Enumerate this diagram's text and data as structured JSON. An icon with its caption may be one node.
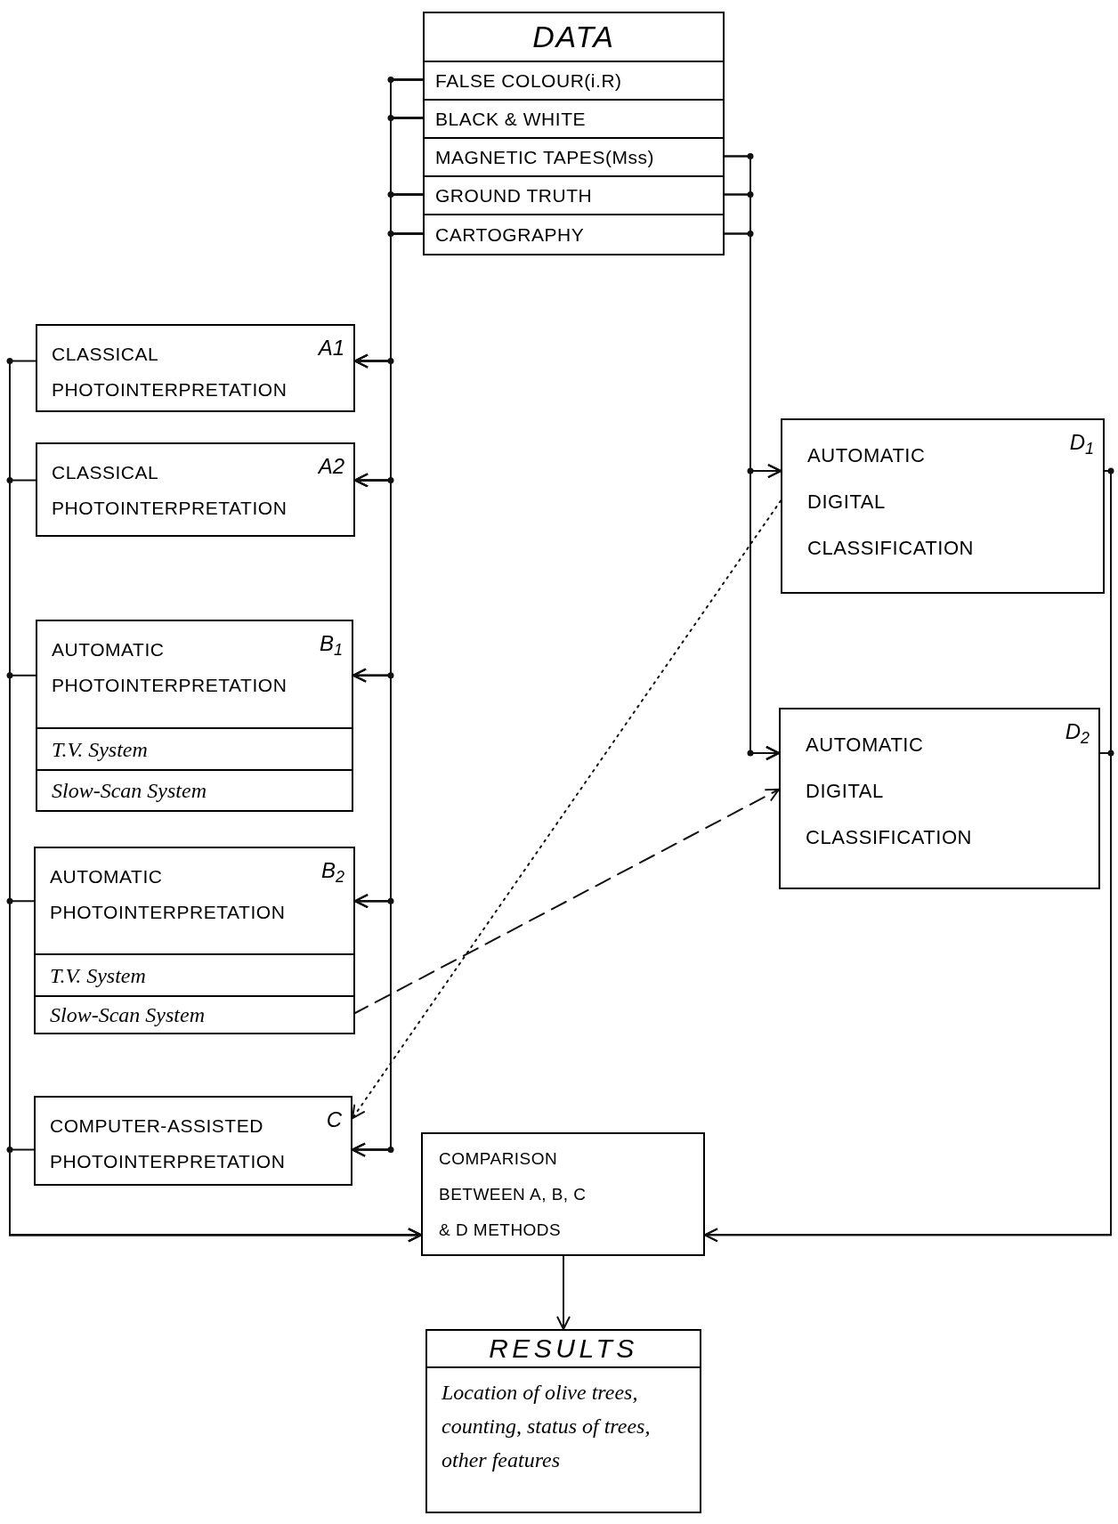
{
  "diagram": {
    "nodes": [
      {
        "text": [
          "DATA"
        ]
      },
      {
        "text": [
          "FALSE COLOUR(i.R)"
        ],
        "in": 0
      },
      {
        "text": [
          "BLACK & WHITE"
        ],
        "in": 0
      },
      {
        "text": [
          "MAGNETIC TAPES(Mss)"
        ],
        "in": 0
      },
      {
        "text": [
          "GROUND TRUTH"
        ],
        "in": 0
      },
      {
        "text": [
          "CARTOGRAPHY"
        ],
        "in": 0
      },
      {
        "text": [
          "CLASSICAL PHOTOINTERPRETATION",
          "A1"
        ]
      },
      {
        "text": [
          "CLASSICAL PHOTOINTERPRETATION",
          "A2"
        ]
      },
      {
        "text": [
          "AUTOMATIC PHOTOINTERPRETATION",
          "B$_{1}$"
        ]
      },
      {
        "text": [
          "T.V. System"
        ],
        "in": 8
      },
      {
        "text": [
          "Slow-Scan System"
        ],
        "in": 8
      },
      {
        "text": [
          "AUTOMATIC PHOTOINTERPRETATION",
          "B$_{2}$"
        ]
      },
      {
        "text": [
          "T.V. System"
        ],
        "in": 11
      },
      {
        "text": [
          "Slow-Scan System"
        ],
        "in": 11
      },
      {
        "text": [
          "COMPUTER-ASSISTED PHOTOINTERPRETATION",
          "C"
        ]
      },
      {
        "text": [
          "AUTOMATIC DIGITAL CLASSIFICATION",
          "D$_{1}$"
        ]
      },
      {
        "text": [
          "AUTOMATIC DIGITAL CLASSIFICATION",
          "D$_{2}$"
        ]
      },
      {
        "text": [
          "COMPARISON BETWEEN A, B, C & D METHODS"
        ]
      },
      {
        "text": [
          "RESULTS",
          "Location of olive trees, counting, status of trees, other features"
        ]
      }
    ],
    "edges": [
      {
        "from": 1,
        "to": 6,
        "arrow": "to"
      },
      {
        "from": 1,
        "to": 7,
        "arrow": "to"
      },
      {
        "from": 1,
        "to": 8,
        "arrow": "to"
      },
      {
        "from": 1,
        "to": 11,
        "arrow": "to"
      },
      {
        "from": 1,
        "to": 14,
        "arrow": "to"
      },
      {
        "from": 2,
        "to": 6,
        "arrow": "to"
      },
      {
        "from": 2,
        "to": 7,
        "arrow": "to"
      },
      {
        "from": 2,
        "to": 8,
        "arrow": "to"
      },
      {
        "from": 2,
        "to": 11,
        "arrow": "to"
      },
      {
        "from": 2,
        "to": 14,
        "arrow": "to"
      },
      {
        "from": 4,
        "to": 6,
        "arrow": "to"
      },
      {
        "from": 4,
        "to": 7,
        "arrow": "to"
      },
      {
        "from": 4,
        "to": 8,
        "arrow": "to"
      },
      {
        "from": 4,
        "to": 11,
        "arrow": "to"
      },
      {
        "from": 4,
        "to": 14,
        "arrow": "to"
      },
      {
        "from": 5,
        "to": 6,
        "arrow": "to"
      },
      {
        "from": 5,
        "to": 7,
        "arrow": "to"
      },
      {
        "from": 5,
        "to": 8,
        "arrow": "to"
      },
      {
        "from": 5,
        "to": 11,
        "arrow": "to"
      },
      {
        "from": 5,
        "to": 14,
        "arrow": "to"
      },
      {
        "from": 3,
        "to": 15,
        "arrow": "to"
      },
      {
        "from": 3,
        "to": 16,
        "arrow": "to"
      },
      {
        "from": 4,
        "to": 15,
        "arrow": "to"
      },
      {
        "from": 4,
        "to": 16,
        "arrow": "to"
      },
      {
        "from": 5,
        "to": 15,
        "arrow": "to"
      },
      {
        "from": 5,
        "to": 16,
        "arrow": "to"
      },
      {
        "from": 6,
        "to": 17,
        "arrow": "to"
      },
      {
        "from": 7,
        "to": 17,
        "arrow": "to"
      },
      {
        "from": 8,
        "to": 17,
        "arrow": "to"
      },
      {
        "from": 11,
        "to": 17,
        "arrow": "to"
      },
      {
        "from": 14,
        "to": 17,
        "arrow": "to"
      },
      {
        "from": 15,
        "to": 17,
        "arrow": "to"
      },
      {
        "from": 16,
        "to": 17,
        "arrow": "to"
      },
      {
        "from": 17,
        "to": 18,
        "arrow": "to"
      },
      {
        "from": 15,
        "to": 14,
        "arrow": "to",
        "style": "dashed"
      },
      {
        "from": 13,
        "to": 16,
        "arrow": "to",
        "style": "dashed"
      }
    ]
  }
}
